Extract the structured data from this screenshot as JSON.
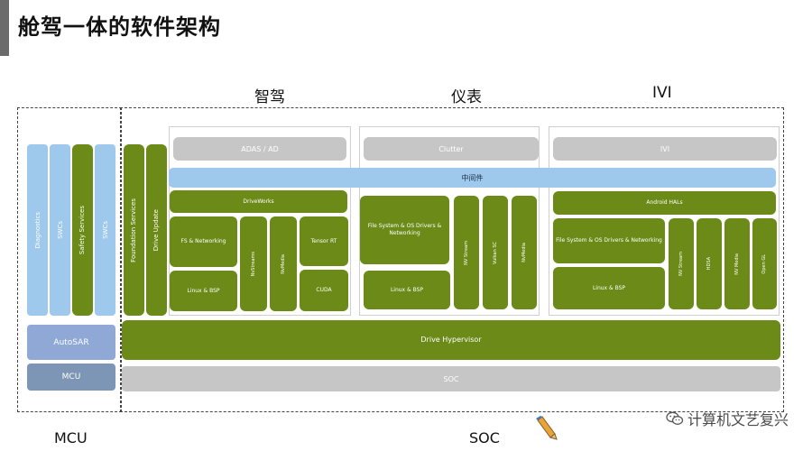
{
  "title": "舱驾一体的软件架构",
  "sections": {
    "adas": "智驾",
    "cluster": "仪表",
    "ivi": "IVI"
  },
  "mcu": {
    "columns": [
      "Diagnostics",
      "SWCs",
      "Safety Services",
      "SWCs"
    ],
    "autosar": "AutoSAR",
    "mcu": "MCU",
    "label": "MCU"
  },
  "soc": {
    "foundation": "Foundation Services",
    "drive_update": "Drive Update",
    "adas": {
      "app": "ADAS / AD",
      "driveworks": "DriveWorks",
      "fs_networking": "FS & Networking",
      "nvstreams": "NvStreams",
      "nvmedia": "NvMedia",
      "tensor_rt": "Tensor RT",
      "linux_bsp": "Linux & BSP",
      "cuda": "CUDA"
    },
    "cluster": {
      "app": "Clutter",
      "fs_drivers": "File System & OS Drivers & Networking",
      "linux_bsp": "Linux & BSP",
      "nv_stream": "NV Stream",
      "vulkan": "Vulkan SC",
      "nvmedia": "NvMedia"
    },
    "ivi": {
      "app": "IVI",
      "android_hals": "Android HALs",
      "fs_drivers": "File System & OS Drivers & Networking",
      "linux_bsp": "Linux & BSP",
      "nv_stream": "NV Stream",
      "hdsa": "HDSA",
      "nv_media": "NV Media",
      "open_gl": "Open GL"
    },
    "middleware": "中间件",
    "hypervisor": "Drive Hypervisor",
    "soc": "SOC",
    "label": "SOC"
  },
  "watermark": "计算机文艺复兴",
  "colors": {
    "green": "#6b8a17",
    "blue": "#9ec8ec",
    "grey": "#c6c6c6",
    "autosar": "#8fa8d6",
    "mcu": "#7d96b6"
  },
  "icons": [
    "pencil-icon",
    "wechat-icon"
  ]
}
